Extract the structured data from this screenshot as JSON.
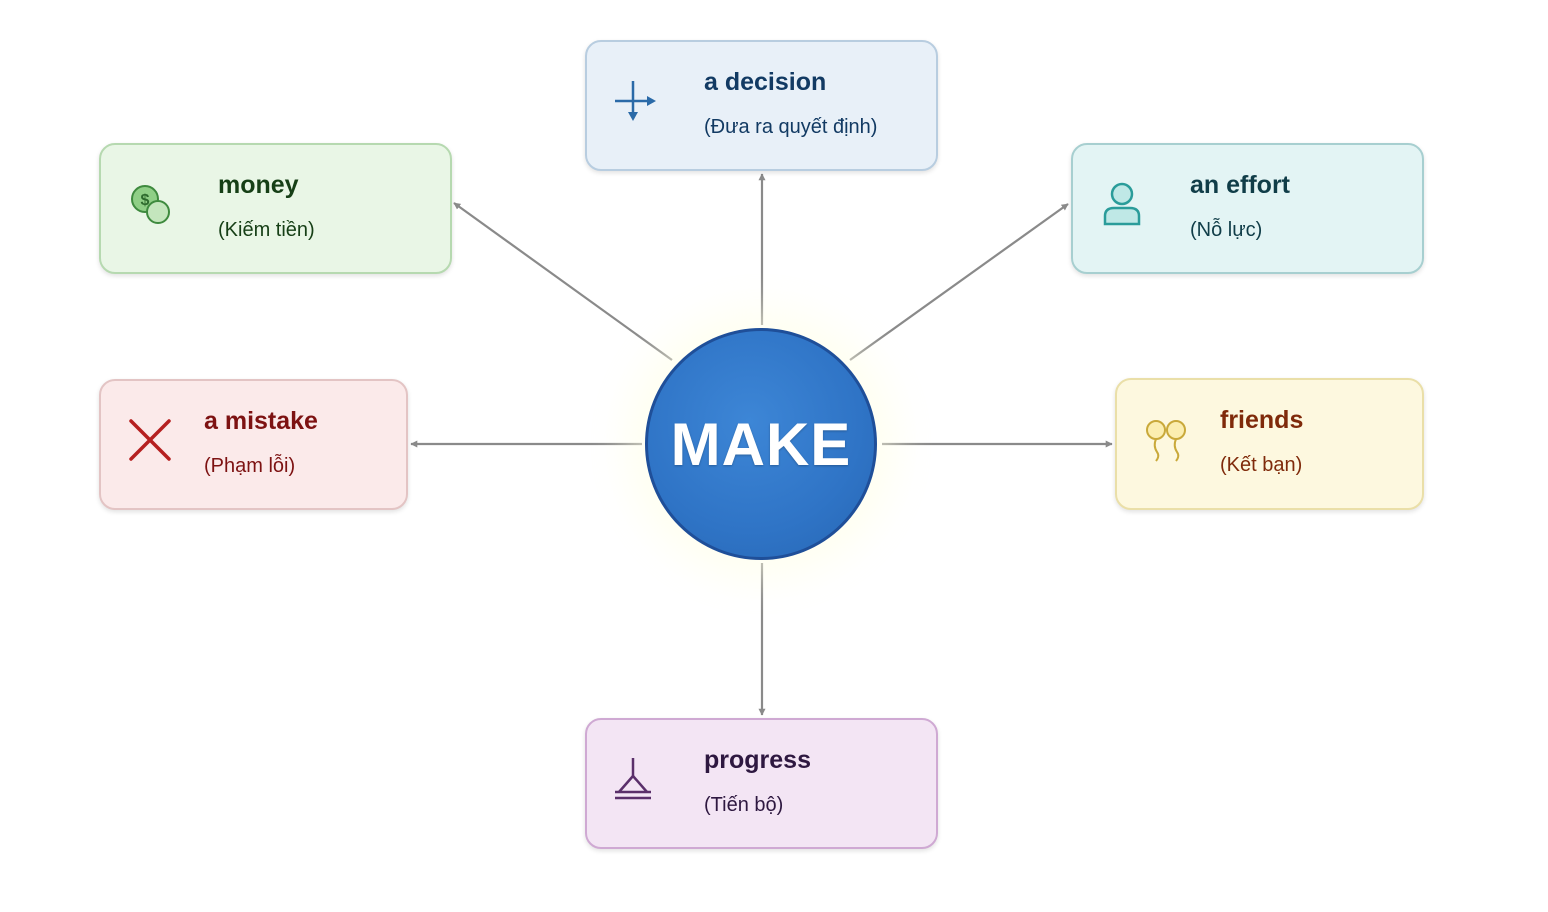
{
  "center": {
    "label": "MAKE",
    "color": "#2f74c6"
  },
  "nodes": [
    {
      "id": "decision",
      "term": "a decision",
      "meaning": "(Đưa ra quyết định)",
      "icon": "crossroads-icon",
      "color": "#2a6aa8"
    },
    {
      "id": "money",
      "term": "money",
      "meaning": "(Kiếm tiền)",
      "icon": "coins-icon",
      "color": "#3e8a3e"
    },
    {
      "id": "effort",
      "term": "an effort",
      "meaning": "(Nỗ lực)",
      "icon": "person-icon",
      "color": "#2a9c9a"
    },
    {
      "id": "mistake",
      "term": "a mistake",
      "meaning": "(Phạm lỗi)",
      "icon": "cross-mark-icon",
      "color": "#b52020"
    },
    {
      "id": "friends",
      "term": "friends",
      "meaning": "(Kết bạn)",
      "icon": "balloons-icon",
      "color": "#c9a93a"
    },
    {
      "id": "progress",
      "term": "progress",
      "meaning": "(Tiến bộ)",
      "icon": "progress-icon",
      "color": "#5a2f6a"
    }
  ],
  "connector_color": "#8a8a8a"
}
